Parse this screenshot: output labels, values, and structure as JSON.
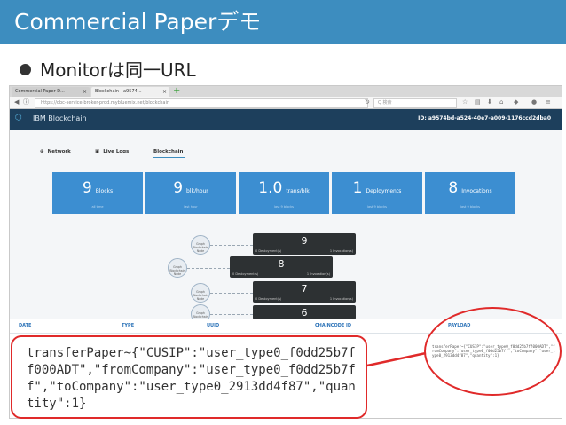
{
  "slide": {
    "title": "Commercial Paperデモ",
    "bullet": "Monitorは同一URL"
  },
  "browser": {
    "tabs": [
      {
        "label": "Commercial Paper D...",
        "close": "×"
      },
      {
        "label": "Blockchain - a9574...",
        "close": "×"
      }
    ],
    "new_tab": "+",
    "url": "https://obc-service-broker-prod.mybluemix.net/blockchain",
    "search_placeholder": "Q 検索"
  },
  "app": {
    "name": "IBM Blockchain",
    "id": "ID: a9574bd-a524-40e7-a009-1176ccd2dba0"
  },
  "nav": [
    {
      "label": "Network",
      "icon": "globe-icon"
    },
    {
      "label": "Live Logs",
      "icon": "document-icon"
    },
    {
      "label": "Blockchain",
      "icon": ""
    }
  ],
  "stats": [
    {
      "value": "9",
      "unit": "Blocks",
      "sub": "all time"
    },
    {
      "value": "9",
      "unit": "blk/hour",
      "sub": "last hour"
    },
    {
      "value": "1.0",
      "unit": "trans/blk",
      "sub": "last 9 blocks"
    },
    {
      "value": "1",
      "unit": "Deployments",
      "sub": "last 9 blocks"
    },
    {
      "value": "8",
      "unit": "Invocations",
      "sub": "last 9 blocks"
    }
  ],
  "chain": [
    {
      "number": "9",
      "deployments": "0 Deployment(s)",
      "invocations": "1 Invocation(s)",
      "node": "Graph Blockchain Node"
    },
    {
      "number": "8",
      "deployments": "0 Deployment(s)",
      "invocations": "1 Invocation(s)",
      "node": "Graph Blockchain Node"
    },
    {
      "number": "7",
      "deployments": "0 Deployment(s)",
      "invocations": "1 Invocation(s)",
      "node": "Graph Blockchain Node"
    },
    {
      "number": "6",
      "deployments": "",
      "invocations": "",
      "node": "Graph Blockchain Node"
    }
  ],
  "table": {
    "headers": [
      "DATE",
      "TYPE",
      "UUID",
      "CHAINCODE ID",
      "PAYLOAD"
    ],
    "payload": "transferPaper~{\"CUSIP\":\"user_type0_f0dd25b7ff000ADT\",\"fromCompany\":\"user_type0_f0dd25b7ff\",\"toCompany\":\"user_type0_2913dd4f87\",\"quantity\":1}"
  },
  "callout": {
    "payload": "transferPaper~{\"CUSIP\":\"user_type0_f0dd25b7ff000ADT\",\"fromCompany\":\"user_type0_f0dd25b7ff\",\"toCompany\":\"user_type0_2913dd4f87\",\"quantity\":1}"
  },
  "colors": {
    "header": "#3d8dbf",
    "appbar": "#1d3f5c",
    "card": "#3c8ed1",
    "callout": "#e02a2a"
  }
}
